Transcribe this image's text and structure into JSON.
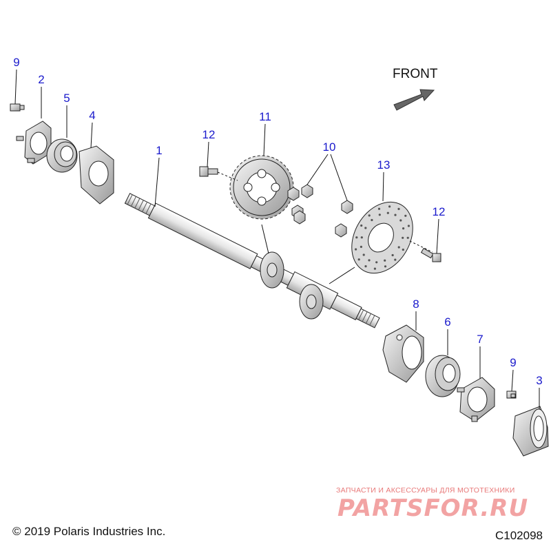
{
  "diagram": {
    "front_label": "FRONT",
    "callouts": [
      {
        "id": "p9a",
        "label": "9"
      },
      {
        "id": "p2",
        "label": "2"
      },
      {
        "id": "p5",
        "label": "5"
      },
      {
        "id": "p4",
        "label": "4"
      },
      {
        "id": "p1",
        "label": "1"
      },
      {
        "id": "p12a",
        "label": "12"
      },
      {
        "id": "p11",
        "label": "11"
      },
      {
        "id": "p10",
        "label": "10"
      },
      {
        "id": "p13",
        "label": "13"
      },
      {
        "id": "p12b",
        "label": "12"
      },
      {
        "id": "p8",
        "label": "8"
      },
      {
        "id": "p6",
        "label": "6"
      },
      {
        "id": "p7",
        "label": "7"
      },
      {
        "id": "p9b",
        "label": "9"
      },
      {
        "id": "p3",
        "label": "3"
      }
    ]
  },
  "footer": {
    "copyright": "© 2019 Polaris Industries Inc.",
    "code": "C102098"
  },
  "watermark": {
    "tagline": "ЗАПЧАСТИ И АКСЕССУАРЫ ДЛЯ МОТОТЕХНИКИ",
    "logo_text": "PARTSFOR.RU"
  },
  "colors": {
    "callout": "#1a1acc",
    "watermark": "#f2a3a3"
  }
}
